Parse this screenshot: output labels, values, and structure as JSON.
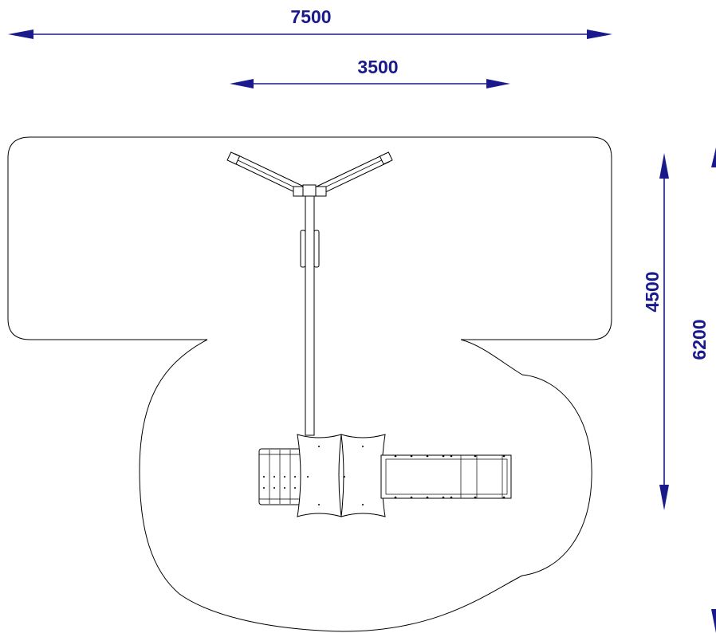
{
  "dimensions": {
    "overall_width": "7500",
    "inner_width": "3500",
    "upper_depth": "4500",
    "overall_depth": "6200"
  },
  "colors": {
    "dimension": "#1a1a8c",
    "outline": "#000000",
    "background": "#ffffff"
  }
}
